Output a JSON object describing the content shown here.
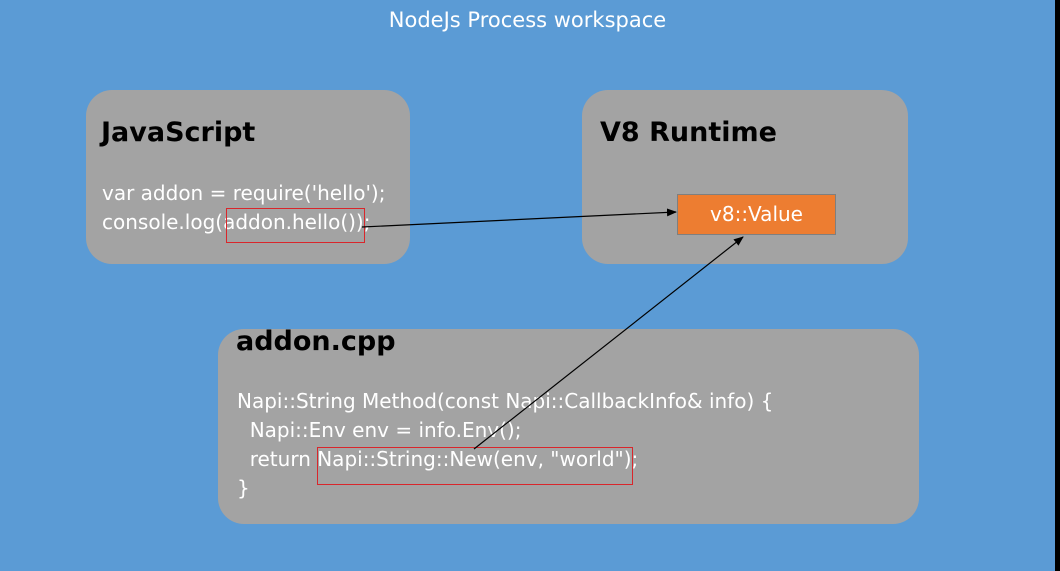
{
  "title": "NodeJs Process workspace",
  "javascript_box": {
    "title": "JavaScript",
    "lines": [
      "var addon = require('hello');",
      "console.log(addon.hello());"
    ]
  },
  "v8_box": {
    "title": "V8 Runtime",
    "value_label": "v8::Value"
  },
  "addon_box": {
    "title": "addon.cpp",
    "lines": [
      "Napi::String Method(const Napi::CallbackInfo& info) {",
      "  Napi::Env env = info.Env();",
      "  return Napi::String::New(env, \"world\");",
      "}"
    ]
  },
  "colors": {
    "background": "#5b9bd5",
    "box_fill": "#a3a3a3",
    "value_fill": "#ed7d31",
    "highlight_border": "#d9262b"
  }
}
